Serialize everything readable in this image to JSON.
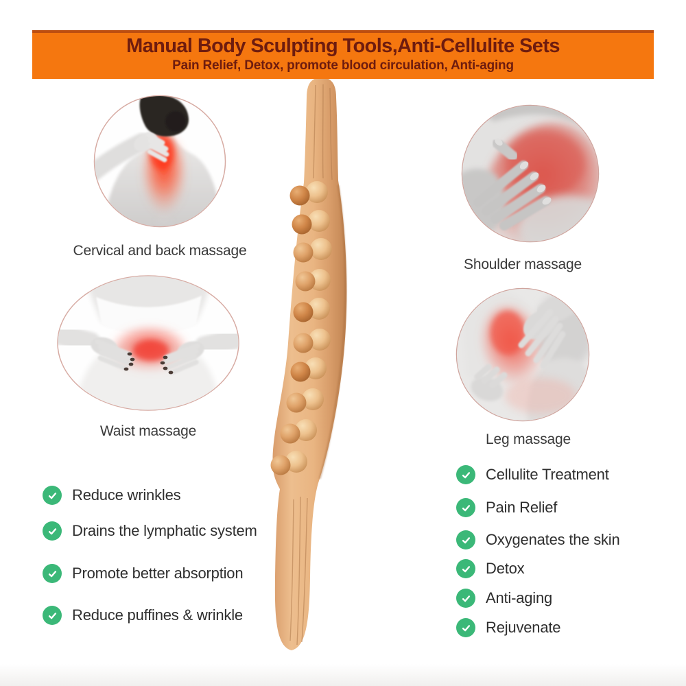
{
  "banner": {
    "title": "Manual Body Sculpting Tools,Anti-Cellulite Sets",
    "subtitle": "Pain Relief, Detox, promote blood circulation, Anti-aging"
  },
  "use_cases": [
    {
      "id": "cervical-back",
      "label": "Cervical and back massage"
    },
    {
      "id": "waist",
      "label": "Waist massage"
    },
    {
      "id": "shoulder",
      "label": "Shoulder massage"
    },
    {
      "id": "leg",
      "label": "Leg massage"
    }
  ],
  "benefits_left": [
    {
      "label": "Reduce wrinkles"
    },
    {
      "label": "Drains the lymphatic system"
    },
    {
      "label": "Promote better absorption"
    },
    {
      "label": "Reduce puffines & wrinkle"
    }
  ],
  "benefits_right": [
    {
      "label": "Cellulite Treatment"
    },
    {
      "label": "Pain Relief"
    },
    {
      "label": "Oxygenates the skin"
    },
    {
      "label": "Detox"
    },
    {
      "label": "Anti-aging"
    },
    {
      "label": "Rejuvenate"
    }
  ],
  "icons": {
    "benefit_bullet": "check-icon"
  },
  "colors": {
    "banner_bg": "#F5770F",
    "banner_top_edge": "#BD4E10",
    "banner_text": "#6E1C0F",
    "check_green": "#3BB878",
    "body_text": "#2E2E2E",
    "wood_light": "#EDBE8E",
    "wood_dark": "#C08351",
    "pain_glow_red": "#FF3A1C",
    "circle_border": "#D7ABA3"
  }
}
